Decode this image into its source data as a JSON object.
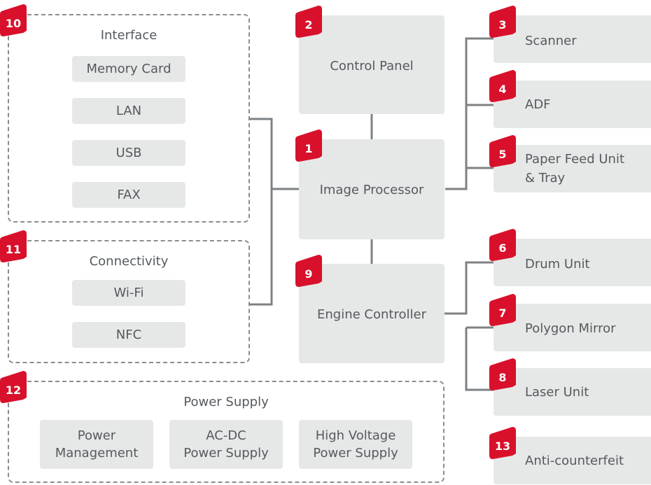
{
  "colors": {
    "accent": "#d9102b",
    "box": "#e6e8e8",
    "line": "#7e8184",
    "text": "#555a5e"
  },
  "blocks": {
    "image_processor": {
      "num": "1",
      "label": "Image Processor"
    },
    "control_panel": {
      "num": "2",
      "label": "Control Panel"
    },
    "scanner": {
      "num": "3",
      "label": "Scanner"
    },
    "adf": {
      "num": "4",
      "label": "ADF"
    },
    "paper_feed": {
      "num": "5",
      "line1": "Paper Feed Unit",
      "line2": "& Tray"
    },
    "drum_unit": {
      "num": "6",
      "label": "Drum Unit"
    },
    "polygon_mirror": {
      "num": "7",
      "label": "Polygon Mirror"
    },
    "laser_unit": {
      "num": "8",
      "label": "Laser Unit"
    },
    "engine_controller": {
      "num": "9",
      "label": "Engine Controller"
    },
    "anti_counterfeit": {
      "num": "13",
      "label": "Anti-counterfeit"
    }
  },
  "interface": {
    "num": "10",
    "title": "Interface",
    "items": [
      "Memory Card",
      "LAN",
      "USB",
      "FAX"
    ]
  },
  "connectivity": {
    "num": "11",
    "title": "Connectivity",
    "items": [
      "Wi-Fi",
      "NFC"
    ]
  },
  "power": {
    "num": "12",
    "title": "Power Supply",
    "items": [
      {
        "line1": "Power",
        "line2": "Management"
      },
      {
        "line1": "AC-DC",
        "line2": "Power Supply"
      },
      {
        "line1": "High Voltage",
        "line2": "Power Supply"
      }
    ]
  }
}
